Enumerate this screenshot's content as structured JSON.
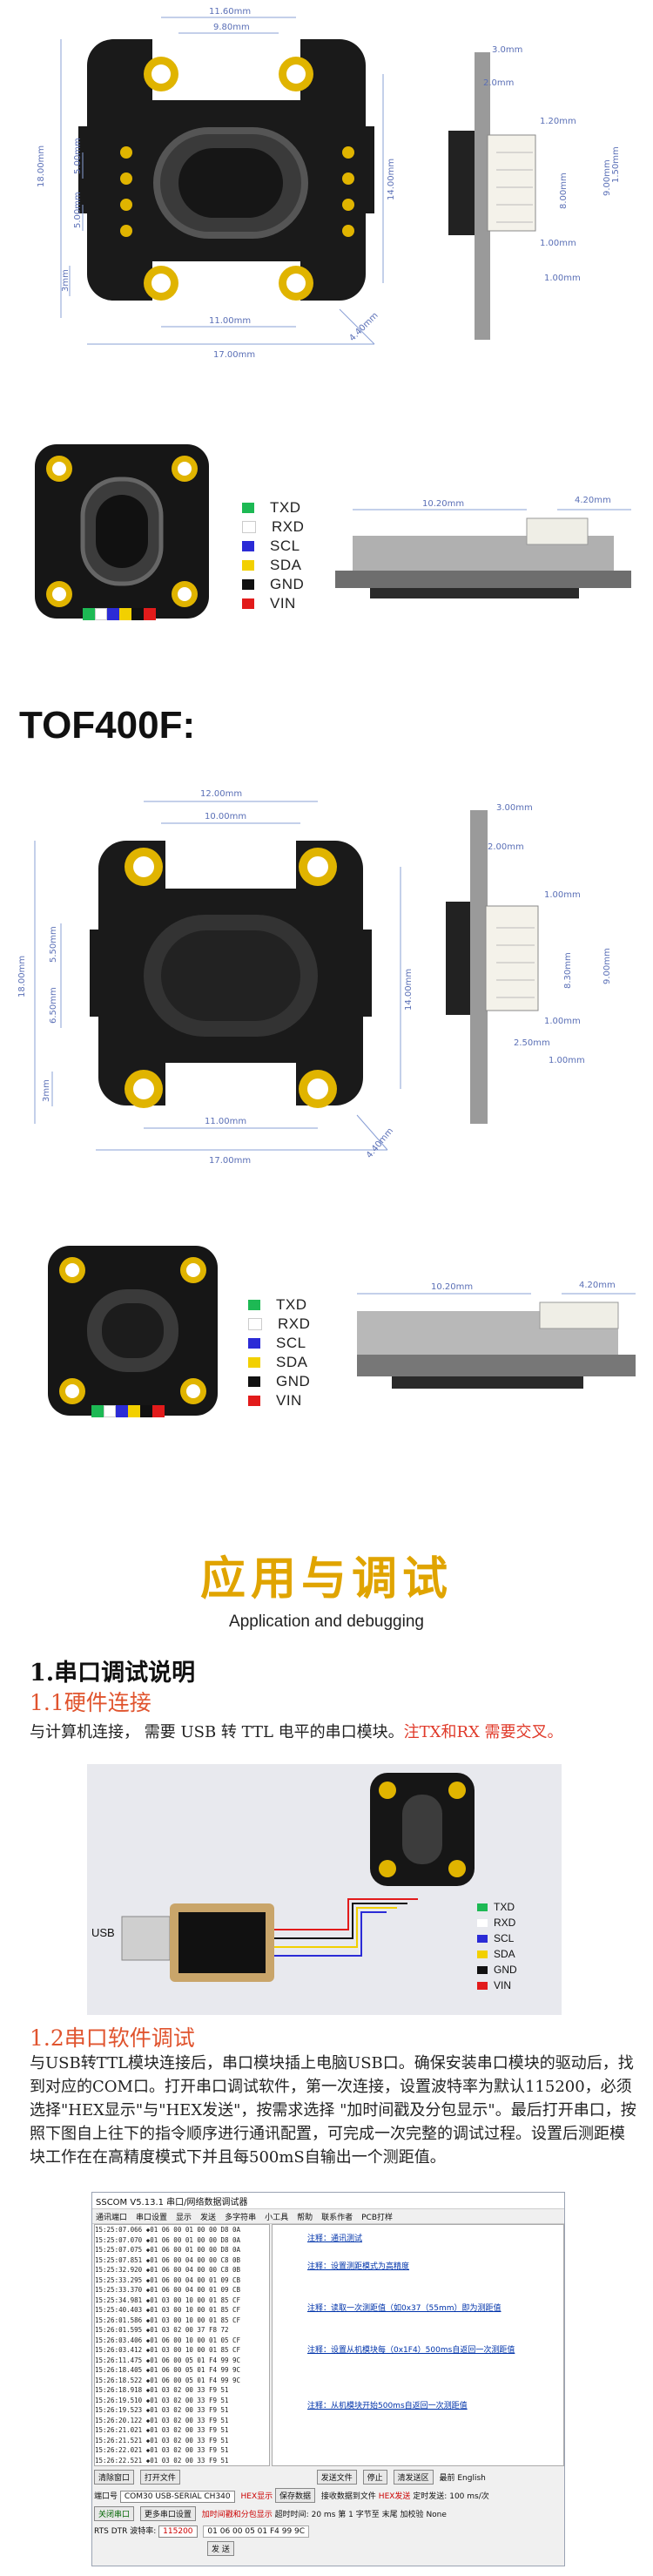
{
  "diagram1": {
    "top_width": "11.60mm",
    "inner_width": "9.80mm",
    "height": "18.00mm",
    "hole_pitch_1": "5.00mm",
    "hole_pitch_2": "5.00mm",
    "bottom_small": "3mm",
    "bottom_width": "11.00mm",
    "total_width": "17.00mm",
    "right_height": "14.00mm",
    "diag": "4.40mm",
    "side_a": "3.0mm",
    "side_b": "2.0mm",
    "side_c": "1.20mm",
    "side_d": "8.00mm",
    "side_e": "9.00mm",
    "side_f": "1.00mm",
    "side_g": "1.00mm",
    "side_h": "1.50mm",
    "profile_w": "10.20mm",
    "profile_h": "4.20mm"
  },
  "diagram2": {
    "top_width": "12.00mm",
    "inner_width": "10.00mm",
    "height": "18.00mm",
    "hole_pitch_1": "5.50mm",
    "hole_pitch_2": "6.50mm",
    "bottom_small": "3mm",
    "bottom_width": "11.00mm",
    "total_width": "17.00mm",
    "right_height": "14.00mm",
    "diag": "4.40mm",
    "side_a": "3.00mm",
    "side_b": "2.00mm",
    "side_c": "1.00mm",
    "side_d": "8.30mm",
    "side_e": "9.00mm",
    "side_f": "1.00mm",
    "side_g": "1.00mm",
    "side_h": "2.50mm",
    "profile_w": "10.20mm",
    "profile_h": "4.20mm"
  },
  "pins": [
    {
      "label": "TXD",
      "color": "#1db954"
    },
    {
      "label": "RXD",
      "color": "#ffffff"
    },
    {
      "label": "SCL",
      "color": "#2b2bd6"
    },
    {
      "label": "SDA",
      "color": "#f2d000"
    },
    {
      "label": "GND",
      "color": "#111111"
    },
    {
      "label": "VIN",
      "color": "#e21b1b"
    }
  ],
  "heading_tof": "TOF400F:",
  "app_title": "应用与调试",
  "app_subtitle": "Application and debugging",
  "section1_title": "1.串口调试说明",
  "section11_title": "1.1硬件连接",
  "section11_text": "与计算机连接， 需要 USB 转 TTL 电平的串口模块。",
  "section11_note": "注TX和RX 需要交叉。",
  "usb_label": "USB",
  "section12_title": "1.2串口软件调试",
  "section12_text": "与USB转TTL模块连接后，串口模块插上电脑USB口。确保安装串口模块的驱动后，找到对应的COM口。打开串口调试软件，第一次连接，设置波特率为默认115200，必须选择\"HEX显示\"与\"HEX发送\"，按需求选择 \"加时间戳及分包显示\"。最后打开串口，按照下图自上往下的指令顺序进行通讯配置，可完成一次完整的调试过程。设置后测距模块工作在在高精度模式下并且每500mS自输出一个测距值。",
  "sscom": {
    "title": "SSCOM V5.13.1 串口/网络数据调试器",
    "menu": [
      "通讯端口",
      "串口设置",
      "显示",
      "发送",
      "多字符串",
      "小工具",
      "帮助",
      "联系作者",
      "PCB打样"
    ],
    "log_lines": [
      "15:25:07.066 ◆01 06 00 01 00 00 D8 0A",
      "15:25:07.070 ◆01 06 00 01 00 00 D8 0A",
      "15:25:07.075 ◆01 06 00 01 00 00 D8 0A",
      "15:25:07.851 ◆01 06 00 04 00 00 C8 0B",
      "15:25:32.920 ◆01 06 00 04 00 00 C8 0B",
      "15:25:33.295 ◆01 06 00 04 00 01 09 CB",
      "15:25:33.370 ◆01 06 00 04 00 01 09 CB",
      "15:25:34.981 ◆01 03 00 10 00 01 85 CF",
      "15:25:40.403 ◆01 03 00 10 00 01 85 CF",
      "15:26:01.586 ◆01 03 00 10 00 01 85 CF",
      "15:26:01.595 ◆01 03 02 00 37 F8 72",
      "15:26:03.406 ◆01 06 00 10 00 01 05 CF",
      "15:26:03.412 ◆01 03 00 10 00 01 85 CF",
      "15:26:11.475 ◆01 06 00 05 01 F4 99 9C",
      "15:26:18.405 ◆01 06 00 05 01 F4 99 9C",
      "15:26:18.522 ◆01 06 00 05 01 F4 99 9C",
      "15:26:18.918 ◆01 03 02 00 33 F9 51",
      "15:26:19.510 ◆01 03 02 00 33 F9 51",
      "15:26:19.523 ◆01 03 02 00 33 F9 51",
      "15:26:20.122 ◆01 03 02 00 33 F9 51",
      "15:26:21.021 ◆01 03 02 00 33 F9 51",
      "15:26:21.521 ◆01 03 02 00 33 F9 51",
      "15:26:22.021 ◆01 03 02 00 33 F9 51",
      "15:26:22.521 ◆01 03 02 00 33 F9 51"
    ],
    "cmd1": "注释：通讯测试",
    "cmd2": "注释：设置测距模式为高精度",
    "cmd3": "注释：读取一次测距值（如0x37（55mm）即为测距值",
    "cmd4": "注释：设置从机模块每（0x1F4）500ms自返回一次测距值",
    "cmd5": "注释：从机模块开始500ms自返回一次测距值",
    "clear_btn": "清除窗口",
    "open_file": "打开文件",
    "send_file": "发送文件",
    "stop_btn": "停止",
    "send_area": "清发送区",
    "latest": "最前",
    "english": "English",
    "port_label": "端口号",
    "port_value": "COM30 USB-SERIAL CH340",
    "hex_show": "HEX显示",
    "save_data": "保存数据",
    "recv_file": "接收数据到文件",
    "hex_send": "HEX发送",
    "timed_send": "定时发送:",
    "timed_value": "100",
    "timed_unit": "ms/次",
    "open_port": "关闭串口",
    "more_port": "更多串口设置",
    "timestamp": "加时间戳和分包显示",
    "timeout": "超时时间:",
    "timeout_value": "20",
    "timeout_unit": "ms",
    "byte_label": "第",
    "byte_value": "1",
    "byte_label2": "字节至",
    "end_label": "末尾",
    "checksum": "加校验",
    "none": "None",
    "rts": "RTS",
    "dtr": "DTR",
    "baud_label": "波特率:",
    "baud": "115200",
    "send_input": "01 06 00 05 01 F4 99 9C",
    "send_btn": "发 送"
  }
}
